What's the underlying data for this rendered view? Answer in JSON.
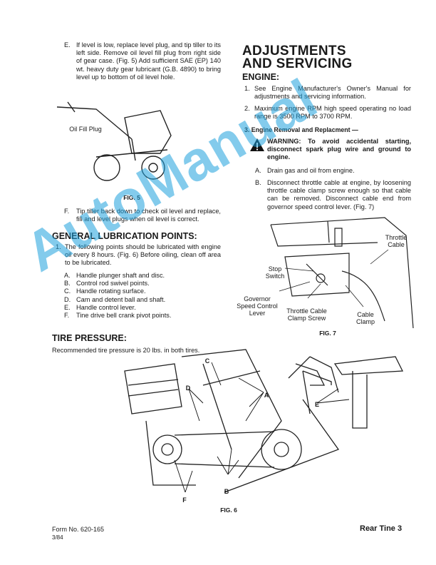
{
  "left": {
    "stepE": {
      "k": "E.",
      "t": "If level is low, replace level plug, and tip tiller to its left side. Remove oil level fill plug from right side of gear case. (Fig. 5) Add sufficient SAE (EP) 140 wt. heavy duty gear lubricant (G.B. 4890) to bring level up to bottom of oil level hole."
    },
    "fig5": {
      "label": "Oil Fill Plug",
      "caption": "FIG. 5"
    },
    "stepF": {
      "k": "F.",
      "t": "Tip tiller back down to check oil level and replace, fill and level plugs when oil level is correct."
    },
    "lubrication": {
      "heading": "GENERAL LUBRICATION POINTS:",
      "intro_k": "1.",
      "intro": "The following points should be lubricated with engine oil every 8 hours. (Fig. 6) Before oiling, clean off area to be lubricated.",
      "items": [
        {
          "k": "A.",
          "t": "Handle plunger shaft and disc."
        },
        {
          "k": "B.",
          "t": "Control rod swivel points."
        },
        {
          "k": "C.",
          "t": "Handle rotating surface."
        },
        {
          "k": "D.",
          "t": "Cam and detent ball and shaft."
        },
        {
          "k": "E.",
          "t": "Handle control lever."
        },
        {
          "k": "F.",
          "t": "Tine drive bell crank pivot points."
        }
      ]
    },
    "tire": {
      "heading": "TIRE PRESSURE:",
      "text": "Recommended tire pressure is 20 lbs. in both tires."
    }
  },
  "right": {
    "title1": "ADJUSTMENTS",
    "title2": "AND SERVICING",
    "engine_heading": "ENGINE:",
    "items": [
      {
        "k": "1.",
        "t": "See Engine Manufacturer's Owner's Manual for adjustments and servicing information."
      },
      {
        "k": "2.",
        "t": "Maximum engine RPM high speed operating no load range is 3500 RPM to 3700 RPM."
      }
    ],
    "step3": "3. Engine Removal and Replacment —",
    "warning": "WARNING: To avoid accidental starting, disconnect spark plug wire and ground to engine.",
    "sub": [
      {
        "k": "A.",
        "t": "Drain gas and oil from engine."
      },
      {
        "k": "B.",
        "t": "Disconnect throttle cable at engine, by loosening throttle cable clamp screw enough so that cable can be removed. Disconnect cable end from governor speed control lever. (Fig. 7)"
      }
    ],
    "fig7": {
      "throttle_cable": "Throttle Cable",
      "stop_switch": "Stop Switch",
      "governor": "Governor Speed Control Lever",
      "clamp_screw": "Throttle Cable Clamp Screw",
      "cable_clamp": "Cable Clamp",
      "caption": "FIG. 7"
    }
  },
  "fig6": {
    "labels": {
      "a": "A",
      "b": "B",
      "c": "C",
      "d": "D",
      "e": "E",
      "f": "F"
    },
    "caption": "FIG. 6"
  },
  "footer": {
    "form": "Form No. 620-165",
    "date": "3/84",
    "page": "Rear Tine 3"
  },
  "watermark": "AutoManual"
}
